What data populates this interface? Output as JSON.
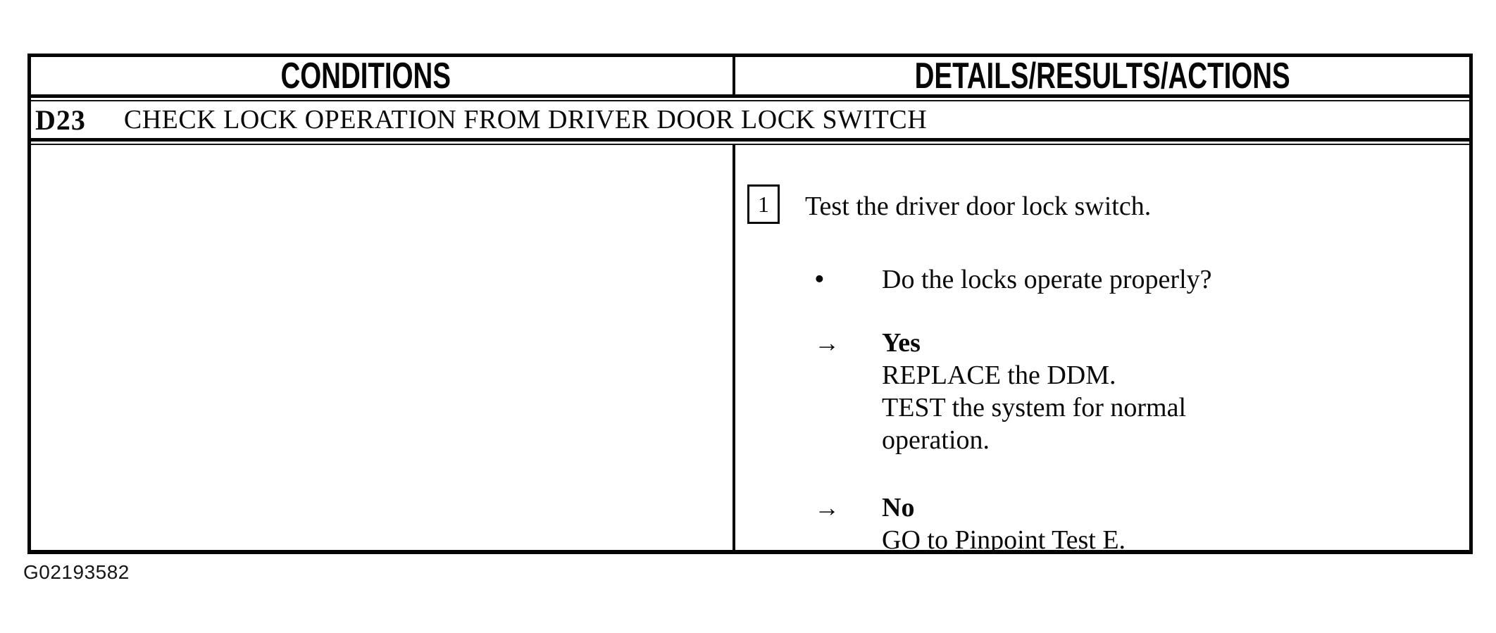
{
  "table": {
    "headers": {
      "conditions": "CONDITIONS",
      "details": "DETAILS/RESULTS/ACTIONS"
    },
    "step": {
      "id": "D23",
      "title": "CHECK LOCK OPERATION FROM DRIVER DOOR LOCK SWITCH"
    },
    "details": {
      "step_number": "1",
      "instruction": "Test the driver door lock switch.",
      "bullet_glyph": "•",
      "arrow_glyph": "→",
      "question": "Do the locks operate properly?",
      "yes": {
        "label": "Yes",
        "lines": [
          "REPLACE the DDM.",
          "TEST the system for normal",
          "operation."
        ]
      },
      "no": {
        "label": "No",
        "lines": [
          "GO to Pinpoint Test E."
        ]
      }
    }
  },
  "figure_id": "G02193582",
  "colors": {
    "ink": "#050505",
    "paper": "#ffffff"
  }
}
